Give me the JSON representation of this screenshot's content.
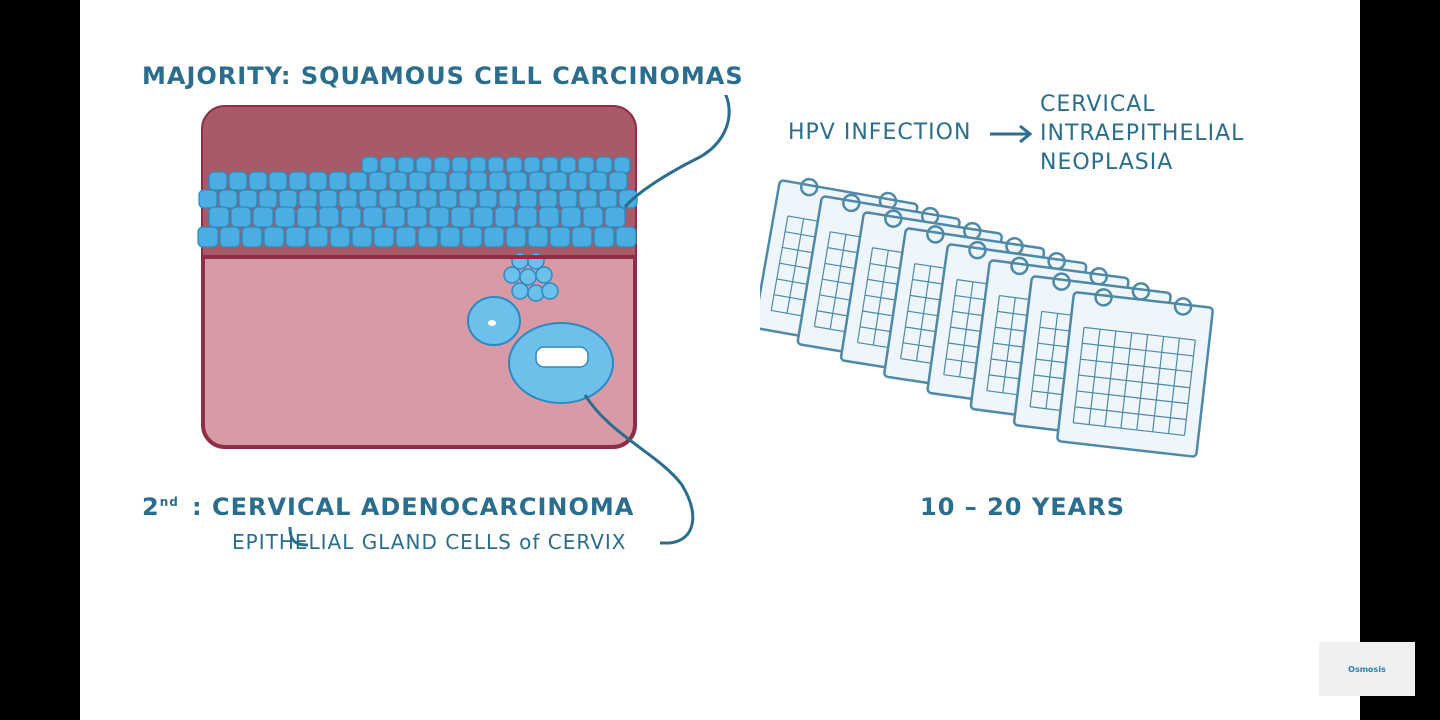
{
  "labels": {
    "majority": "MAJORITY: SQUAMOUS CELL CARCINOMAS",
    "second_prefix": "2",
    "second_superscript": "nd",
    "second_main": ": CERVICAL ADENOCARCINOMA",
    "second_sub": "EPITHELIAL GLAND CELLS of CERVIX",
    "hpv": "HPV INFECTION",
    "cin_lines": [
      "CERVICAL",
      "INTRAEPITHELIAL",
      "NEOPLASIA"
    ],
    "years": "10 – 20 YEARS"
  },
  "logo": {
    "text": "Osmosis"
  },
  "colors": {
    "text": "#2a6d8c",
    "tissue_border": "#8f2d45",
    "tissue_top": "#a85a68",
    "tissue_body": "#d99aa8",
    "cells": "#4aaee0",
    "cell_outline": "#2b8ac0",
    "calendar": "#eef6fb",
    "calendar_outline": "#4f89a8"
  },
  "icons": [
    "arrow-right-icon",
    "calendar-icon",
    "leader-line"
  ]
}
